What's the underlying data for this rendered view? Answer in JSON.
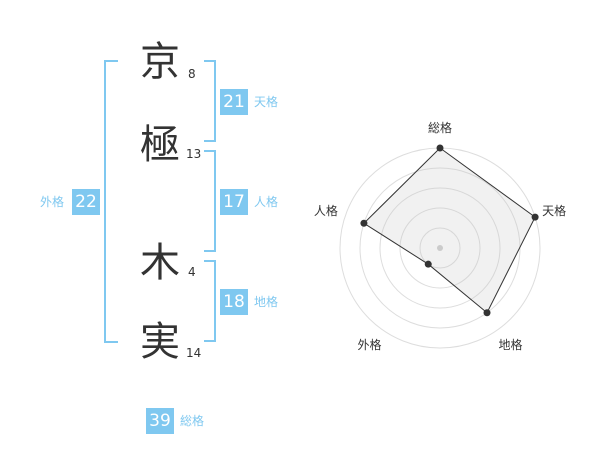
{
  "accent_color": "#7fc8f0",
  "characters": [
    {
      "char": "京",
      "strokes": "8"
    },
    {
      "char": "極",
      "strokes": "13"
    },
    {
      "char": "木",
      "strokes": "4"
    },
    {
      "char": "実",
      "strokes": "14"
    }
  ],
  "fortunes": {
    "tenkaku": {
      "value": "21",
      "label": "天格"
    },
    "jinkaku": {
      "value": "17",
      "label": "人格"
    },
    "chikaku": {
      "value": "18",
      "label": "地格"
    },
    "gaikaku": {
      "value": "22",
      "label": "外格"
    },
    "soukaku": {
      "value": "39",
      "label": "総格"
    }
  },
  "chart_data": {
    "type": "radar",
    "axes": [
      "総格",
      "天格",
      "地格",
      "外格",
      "人格"
    ],
    "rings": 5,
    "max": 5,
    "values": [
      5,
      5,
      4,
      1,
      4
    ]
  }
}
